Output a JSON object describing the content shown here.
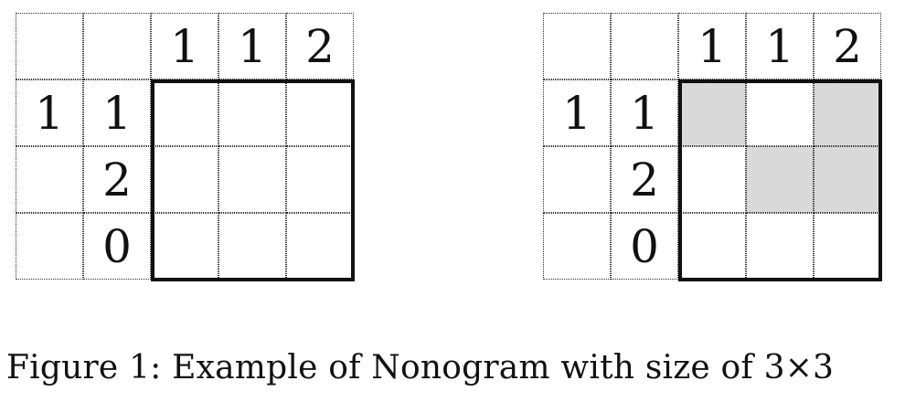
{
  "caption": "Figure 1: Example of Nonogram with size of 3×3",
  "colors": {
    "filled_cell": "#d9d9d9",
    "grid_border": "#111111",
    "dotted_lines": "#2a2a2a"
  },
  "puzzles": [
    {
      "id": "puzzle-left",
      "column_clues": [
        "1",
        "1",
        "2"
      ],
      "row_clues": [
        [
          "1",
          "1"
        ],
        [
          "",
          "2"
        ],
        [
          "",
          "0"
        ]
      ],
      "filled": [
        [
          false,
          false,
          false
        ],
        [
          false,
          false,
          false
        ],
        [
          false,
          false,
          false
        ]
      ]
    },
    {
      "id": "puzzle-right",
      "column_clues": [
        "1",
        "1",
        "2"
      ],
      "row_clues": [
        [
          "1",
          "1"
        ],
        [
          "",
          "2"
        ],
        [
          "",
          "0"
        ]
      ],
      "filled": [
        [
          true,
          false,
          true
        ],
        [
          false,
          true,
          true
        ],
        [
          false,
          false,
          false
        ]
      ]
    }
  ]
}
